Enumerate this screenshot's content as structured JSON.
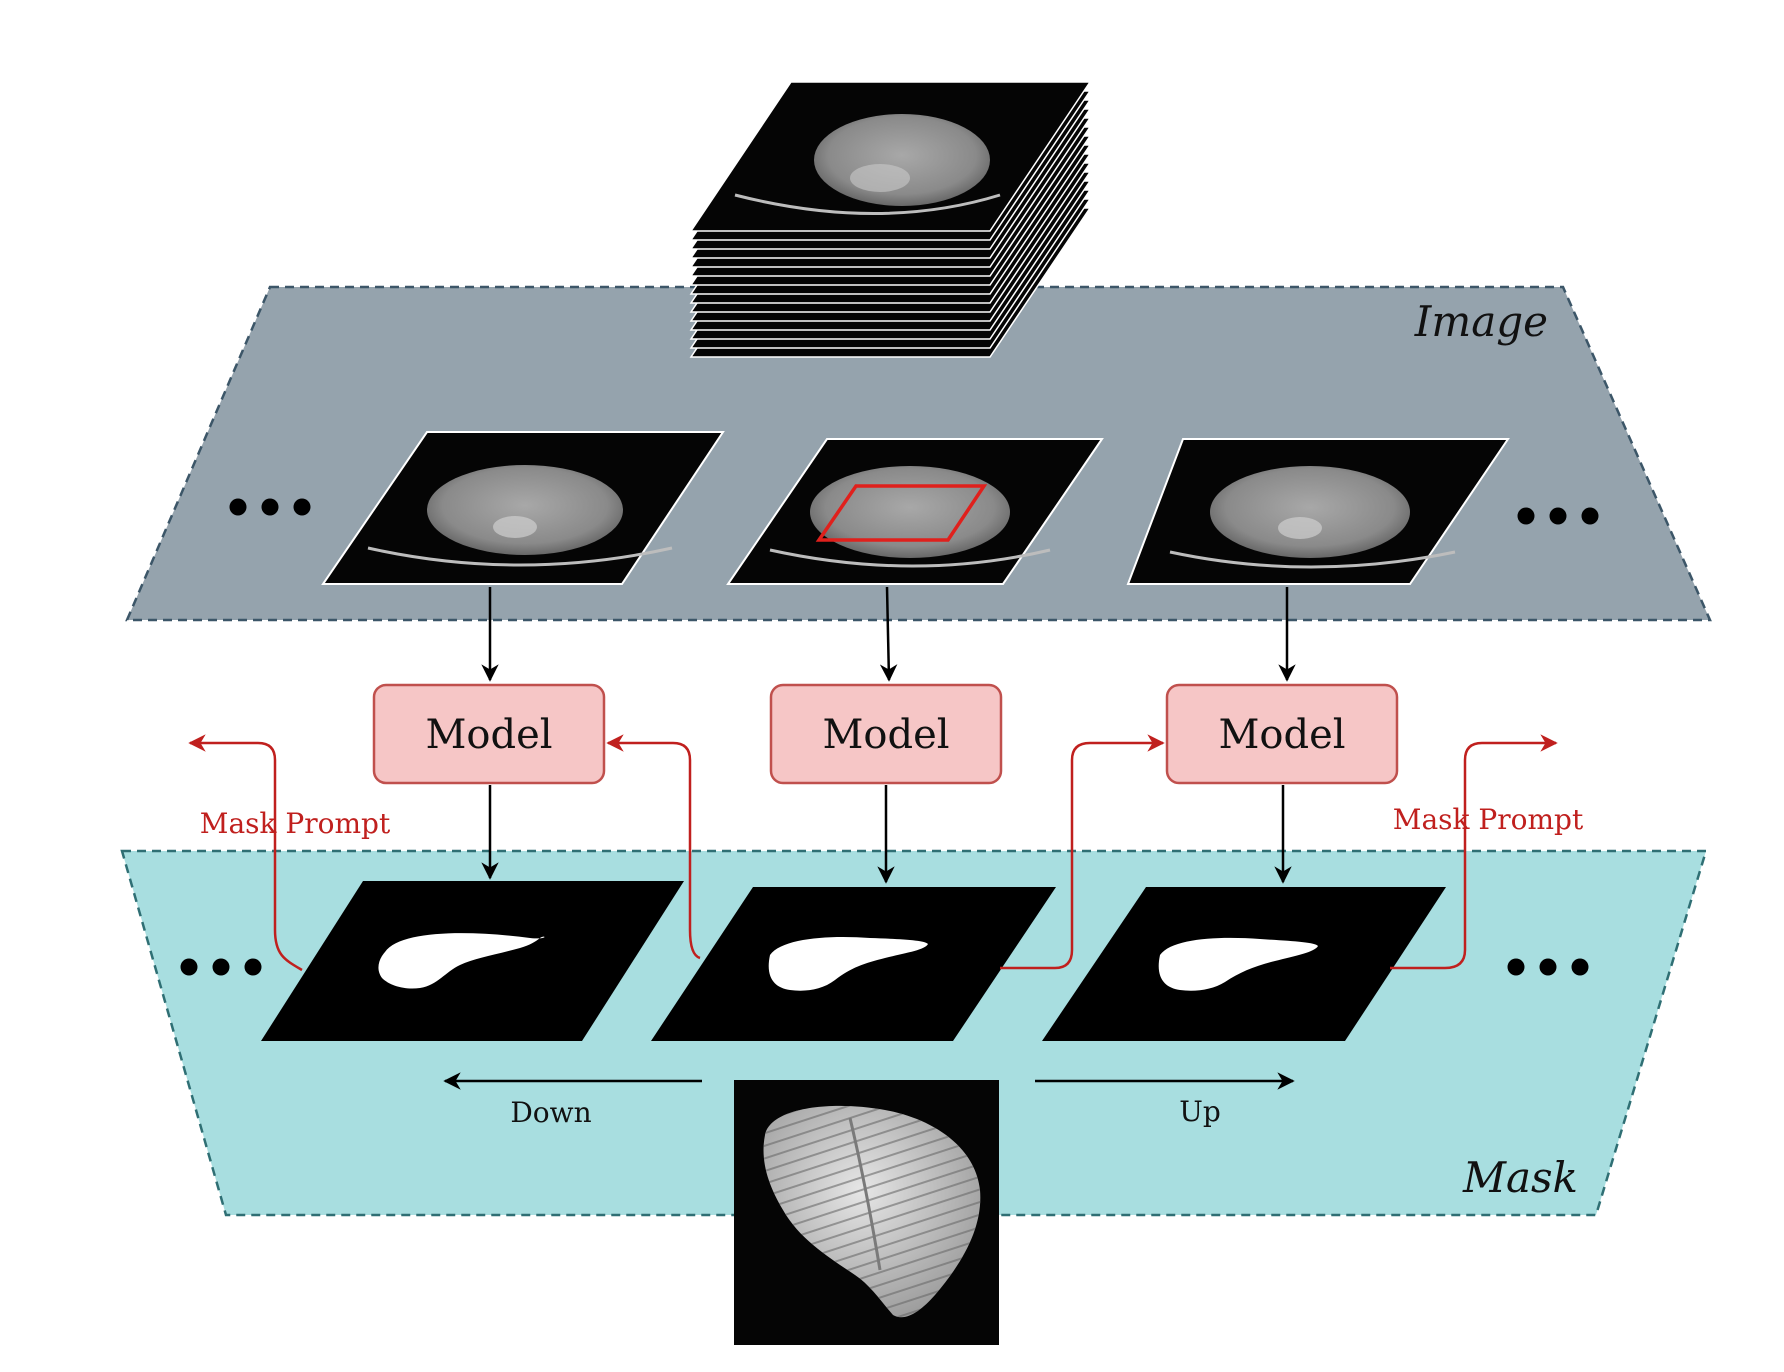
{
  "image_plane": {
    "label": "Image"
  },
  "mask_plane": {
    "label": "Mask"
  },
  "models": [
    {
      "label": "Model"
    },
    {
      "label": "Model"
    },
    {
      "label": "Model"
    }
  ],
  "mask_prompt_left": {
    "label": "Mask Prompt"
  },
  "mask_prompt_right": {
    "label": "Mask Prompt"
  },
  "direction_down": {
    "label": "Down"
  },
  "direction_up": {
    "label": "Up"
  },
  "colors": {
    "image_plane": "#95a3ad",
    "mask_plane": "#a8dee0",
    "model_fill": "#f6c6c6",
    "model_stroke": "#c0504d",
    "prompt_arrow": "#c0201e",
    "bbox": "#e0201c"
  }
}
